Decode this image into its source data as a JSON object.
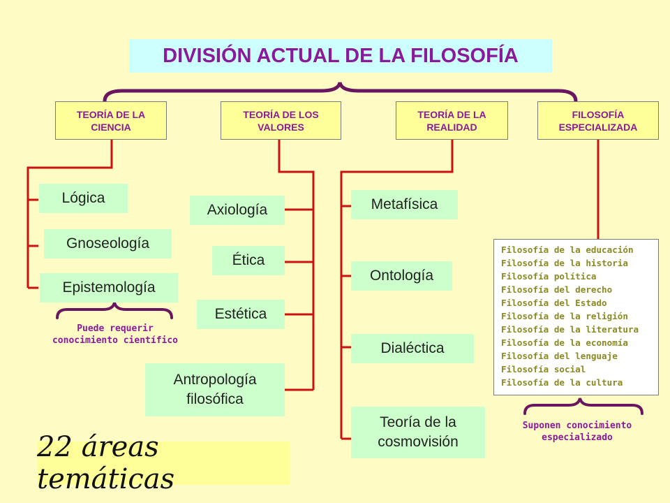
{
  "title": "DIVISIÓN ACTUAL DE LA FILOSOFÍA",
  "categories": [
    {
      "line1": "TEORÍA DE LA",
      "line2": "CIENCIA"
    },
    {
      "line1": "TEORÍA DE LOS",
      "line2": "VALORES"
    },
    {
      "line1": "TEORÍA DE LA",
      "line2": "REALIDAD"
    },
    {
      "line1": "FILOSOFÍA",
      "line2": "ESPECIALIZADA"
    }
  ],
  "ciencia_items": [
    "Lógica",
    "Gnoseología",
    "Epistemología"
  ],
  "ciencia_note": {
    "line1": "Puede requerir",
    "line2": "conocimiento científico"
  },
  "valores_items": [
    "Axiología",
    "Ética",
    "Estética"
  ],
  "valores_last": {
    "line1": "Antropología",
    "line2": "filosófica"
  },
  "realidad_items": [
    "Metafísica",
    "Ontología",
    "Dialéctica"
  ],
  "realidad_last": {
    "line1": "Teoría de la",
    "line2": "cosmovisión"
  },
  "especializada_items": [
    "Filosofía de la educación",
    "Filosofía de la historia",
    "Filosofía política",
    "Filosofía del derecho",
    "Filosofía del Estado",
    "Filosofía de la religión",
    "Filosofía de la literatura",
    "Filosofía de la economía",
    "Filosofía del lenguaje",
    "Filosofía social",
    "Filosofía de la cultura"
  ],
  "especializada_note": {
    "line1": "Suponen conocimiento",
    "line2": "especializado"
  },
  "total": "22 áreas temáticas",
  "colors": {
    "background": "#fefcc4",
    "accent": "#8b1a9a",
    "connector": "#cc1111",
    "brace": "#6a1560"
  }
}
